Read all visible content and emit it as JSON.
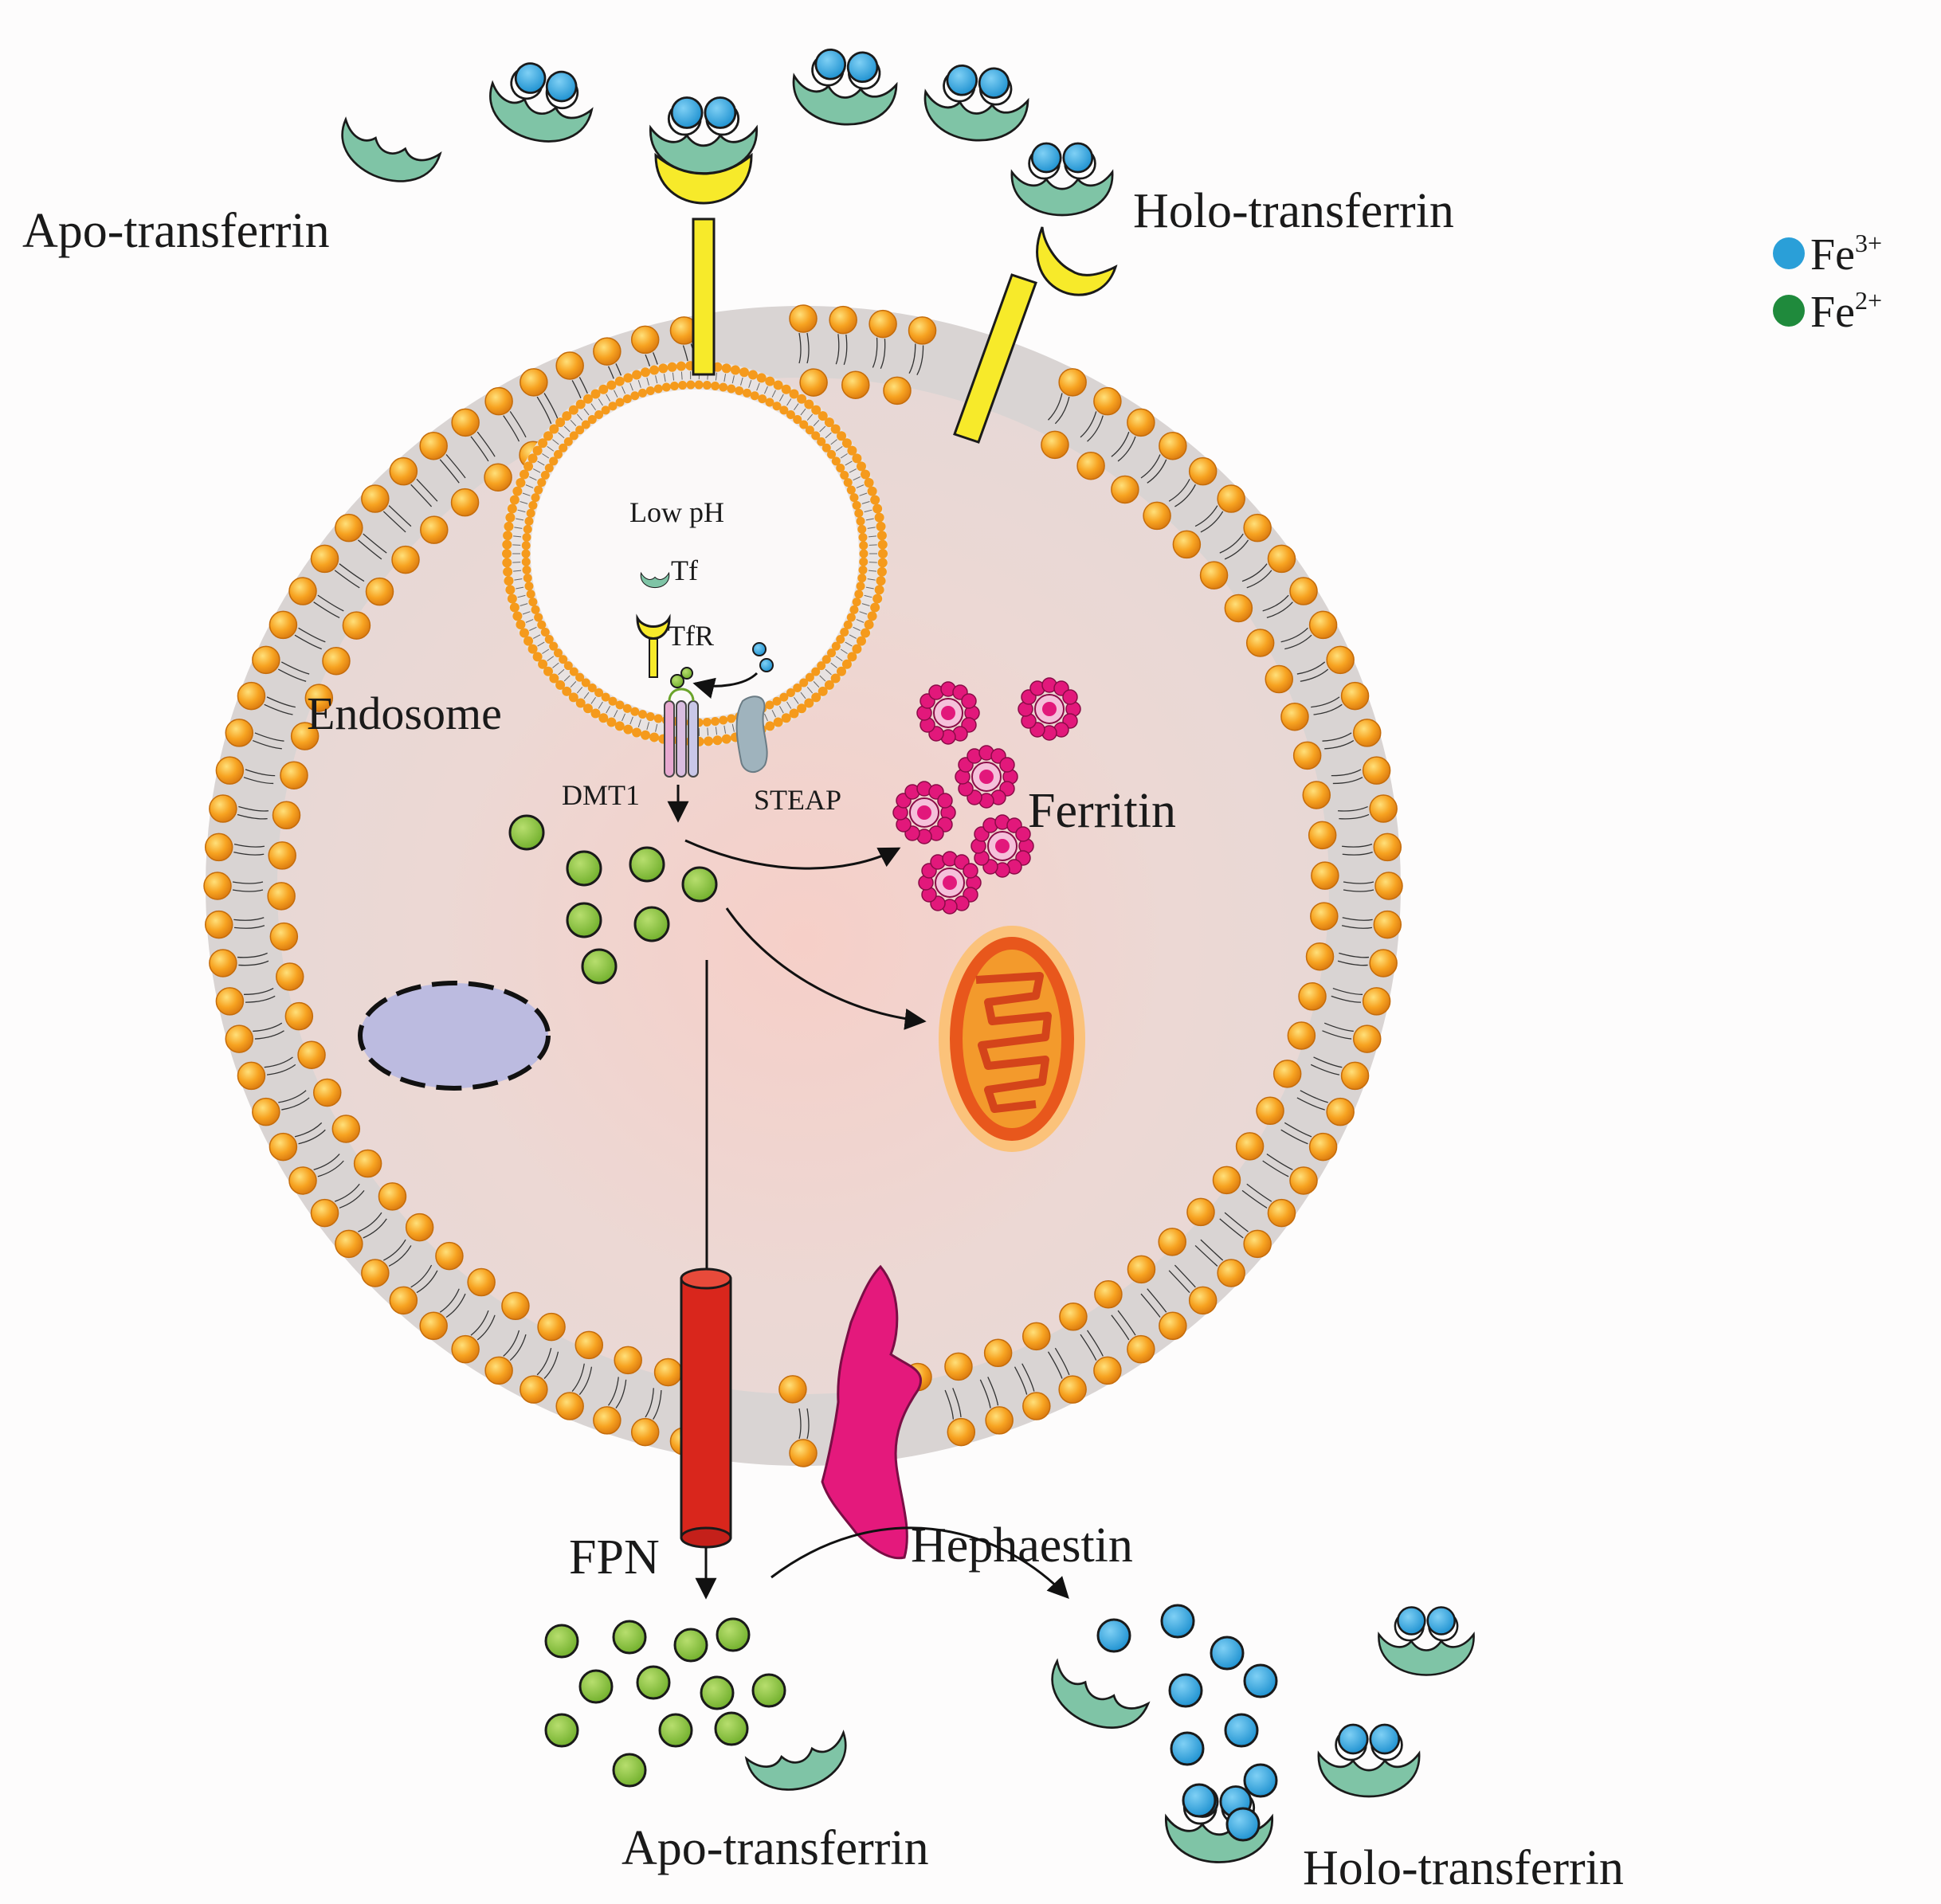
{
  "labels": {
    "apo_top": "Apo-transferrin",
    "holo_top": "Holo-transferrin",
    "endosome": "Endosome",
    "low_ph": "Low pH",
    "tf": "Tf",
    "tfr": "TfR",
    "dmt1": "DMT1",
    "steap": "STEAP",
    "ferritin": "Ferritin",
    "fpn": "FPN",
    "hephaestin": "Hephaestin",
    "apo_bottom": "Apo-transferrin",
    "holo_bottom": "Holo-transferrin"
  },
  "legend": [
    {
      "base": "Fe",
      "sup": "3+",
      "color": "#2a9fd8"
    },
    {
      "base": "Fe",
      "sup": "2+",
      "color": "#1f8a3c"
    }
  ],
  "colors": {
    "fe3": "#2a9fd8",
    "fe2": "#8dc63f",
    "transferrin": "#7fc4a6",
    "receptor": "#f7ea2a",
    "phospholipid": "#f59a1c",
    "cytoplasm": "#ecdcd8",
    "ferritin": "#e2187b",
    "mitochondrion": "#f0901e",
    "fpn": "#d9261c",
    "hephaestin": "#e4197c",
    "nucleus": "#bcbbe0"
  }
}
